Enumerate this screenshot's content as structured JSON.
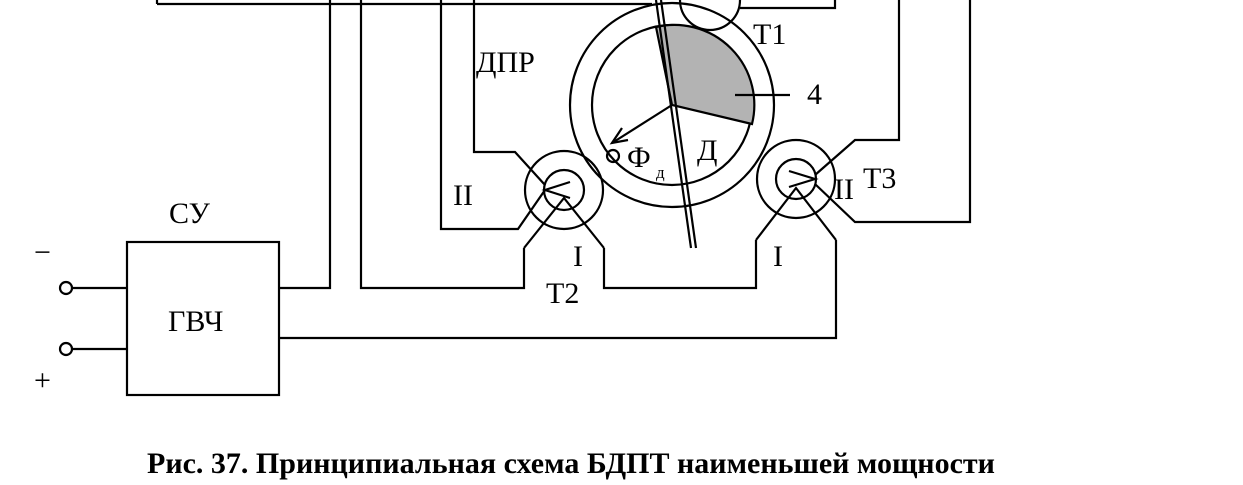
{
  "labels": {
    "dpr": "ДПР",
    "t1": "Т1",
    "t2": "Т2",
    "t3": "Т3",
    "su": "СУ",
    "gvch": "ГВЧ",
    "rotor_sector": "4",
    "d": "Д",
    "phi": "Ф",
    "phi_sub": "д",
    "winding_ii_left": "II",
    "winding_ii_right": "II",
    "winding_i_left": "I",
    "winding_i_right": "I",
    "minus": "−",
    "plus": "+"
  },
  "caption": "Рис. 37. Принципиальная схема БДПТ наименьшей мощности",
  "colors": {
    "line": "#000000",
    "sector_fill": "#b3b3b3",
    "background": "#ffffff"
  }
}
